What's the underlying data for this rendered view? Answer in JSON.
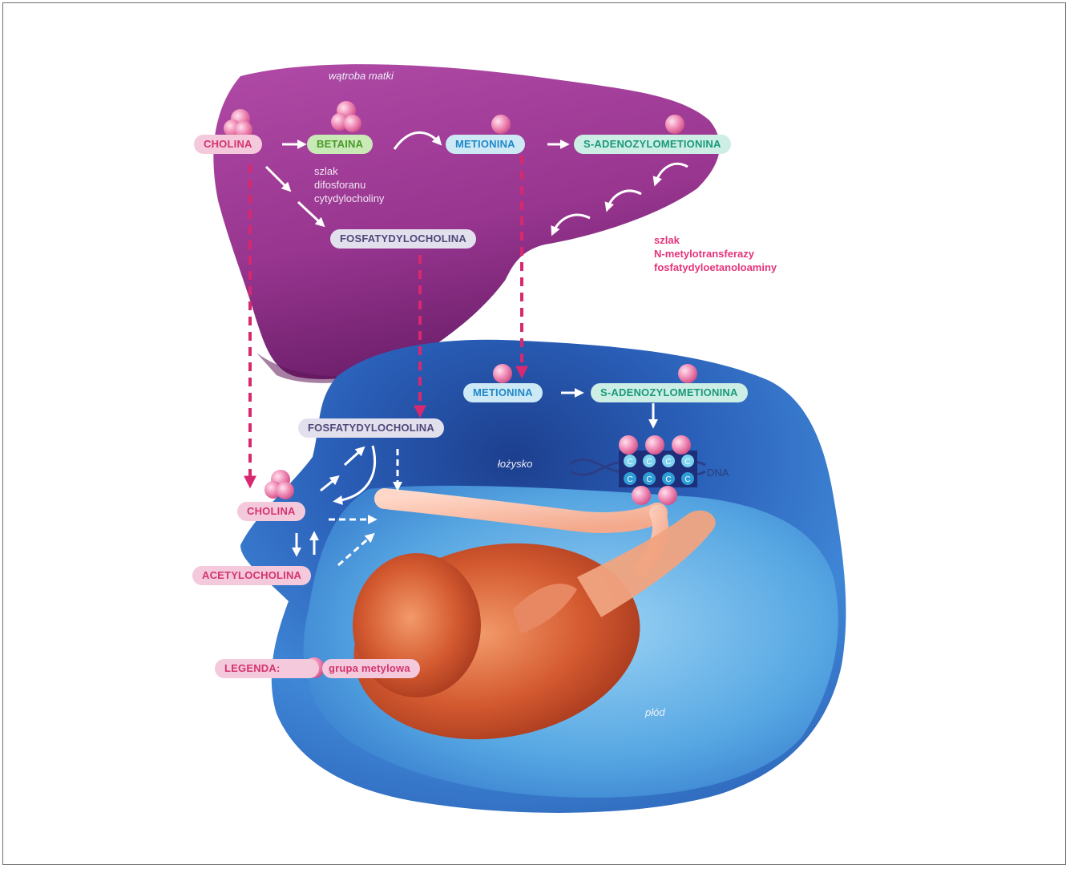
{
  "liver": {
    "label": "wątroba matki",
    "choline": "CHOLINA",
    "betaine": "BETAINA",
    "methionine": "METIONINA",
    "sam": "S-ADENOZYLOMETIONINA",
    "pathway1": [
      "szlak",
      "difosforanu",
      "cytydylocholiny"
    ],
    "phosphatidylcholine": "FOSFATYDYLOCHOLINA",
    "pathway2": [
      "szlak",
      "N-metylotransferazy",
      "fosfatydyloetanoloaminy"
    ]
  },
  "placenta": {
    "methionine": "METIONINA",
    "sam": "S-ADENOZYLOMETIONINA",
    "phosphatidylcholine": "FOSFATYDYLOCHOLINA",
    "label": "łożysko",
    "dna": "DNA",
    "dna_letters": [
      "C",
      "C",
      "C",
      "C",
      "C",
      "C",
      "C",
      "C"
    ],
    "choline": "CHOLINA",
    "acetylcholine": "ACETYLOCHOLINA"
  },
  "fetus": {
    "label": "płód"
  },
  "legend": {
    "title": "LEGENDA:",
    "text": "grupa metylowa"
  },
  "colors": {
    "liver": "#9a3a95",
    "placenta": "#2a6fc4",
    "methyl": "#ec86b0",
    "dashed_arrow": "#d8286f",
    "fetus": "#d4542a"
  }
}
